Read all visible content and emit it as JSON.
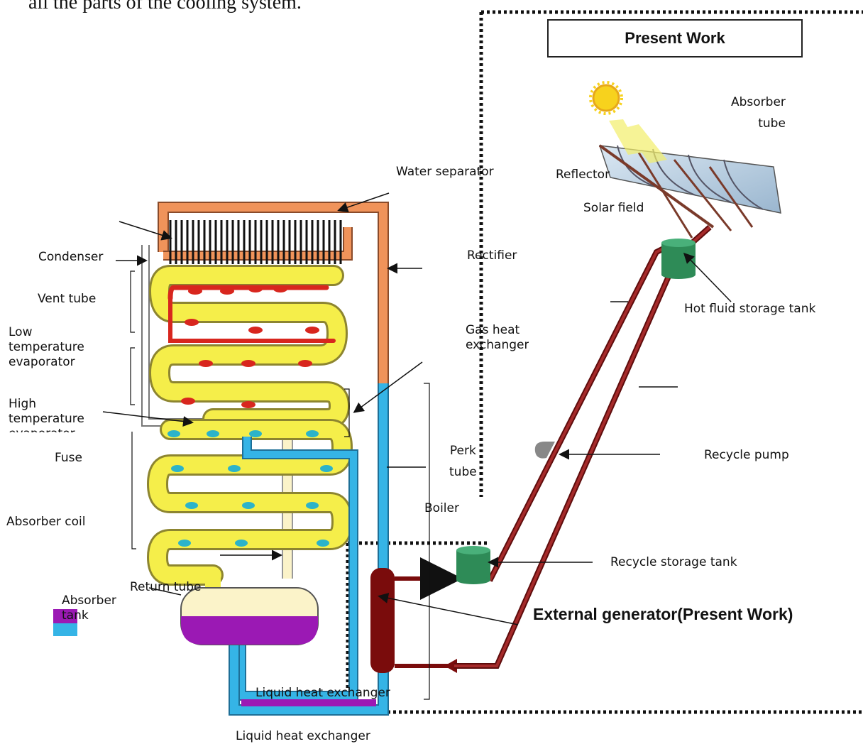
{
  "caption_text": "all the parts of the cooling system.",
  "present_work_box": "Present Work",
  "external_generator": "External generator(Present Work)",
  "labels": {
    "water_separator": "Water separator",
    "condenser": "Condenser",
    "vent_tube": "Vent tube",
    "low_temp_evaporator": "Low\ntemperature\nevaporator",
    "high_temp_evaporator": "High\ntemperature\nevaporator",
    "fuse": "Fuse",
    "absorber_coil": "Absorber coil",
    "return_tube": "Return tube",
    "absorber_tank": "Absorber\n      tank",
    "rectifier": "Rectifier",
    "gas_heat_exchanger": "Gas heat\nexchanger",
    "perk_tube": "Perk\ntube",
    "boiler": "Boiler",
    "liquid_heat_exchanger_inner": "Liquid heat exchanger",
    "liquid_heat_exchanger_bottom": "Liquid heat exchanger",
    "absorber_tube": "Absorber\ntube",
    "reflector": "Reflector",
    "solar_field": "Solar field",
    "hot_fluid_storage_tank": "Hot fluid storage tank",
    "recycle_pump": "Recycle pump",
    "recycle_storage_tank": "Recycle storage tank"
  },
  "colors": {
    "hot_pipe": "#8b1a1a",
    "tank_green": "#2e8b57",
    "orange_pipe": "#f0935a",
    "yellow_coil": "#f5ee4a",
    "red_coil": "#d8261e",
    "blue_pipe": "#35b4e6",
    "purple": "#9b19b4",
    "generator": "#7a0c0c",
    "sun": "#f7d21d"
  }
}
